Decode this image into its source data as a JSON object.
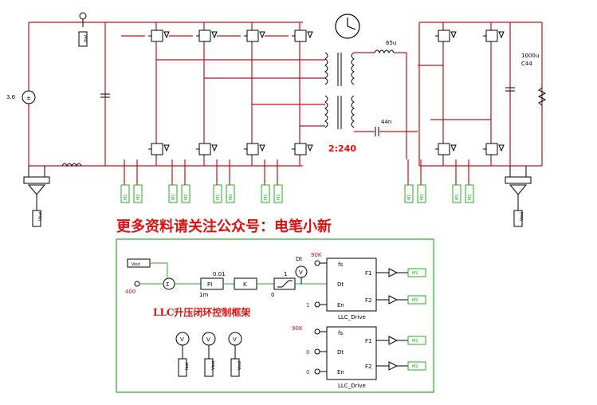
{
  "power_stage": {
    "source_value": "3.6",
    "probe_labels": [
      "Ibat",
      "Vbat",
      "Vout"
    ],
    "transformer_ratio": "2:240",
    "inductor_1": "65u",
    "capacitor_1": "44n",
    "output_cap": "1000u",
    "output_cap_name": "C44",
    "gate_tags_primary": [
      "M1",
      "M2",
      "M1",
      "M2",
      "M1",
      "M2",
      "M1",
      "M2"
    ],
    "gate_tags_secondary": [
      "M1",
      "M2",
      "M1",
      "M2"
    ]
  },
  "banner": "更多资料请关注公众号：电笔小新",
  "control": {
    "title": "LLC升压闭环控制框架",
    "vout_input": "Vout",
    "reference": "400",
    "pi_label": "PI",
    "pi_value": "0.01",
    "pi_sub": "1m",
    "k_label": "K",
    "limiter_high": "1",
    "limiter_low": "0",
    "dt_label": "Dt",
    "freq_label": "90K",
    "meter_label": "V",
    "drive_1": {
      "fs": "fs",
      "dt": "Dt",
      "en": "En",
      "f1": "F1",
      "f2": "F2",
      "name": "LLC_Drive",
      "en_value": "1",
      "out1": "M1",
      "out2": "M2"
    },
    "drive_2": {
      "fs": "fs",
      "dt": "Dt",
      "en": "En",
      "f1": "F1",
      "f2": "F2",
      "name": "LLC_Drive",
      "fs_value": "90K",
      "dt_value": "0",
      "en_value": "0",
      "out1": "M1",
      "out2": "M2"
    },
    "meter_tags": [
      "Ibat",
      "Vbat",
      "Vout"
    ]
  }
}
